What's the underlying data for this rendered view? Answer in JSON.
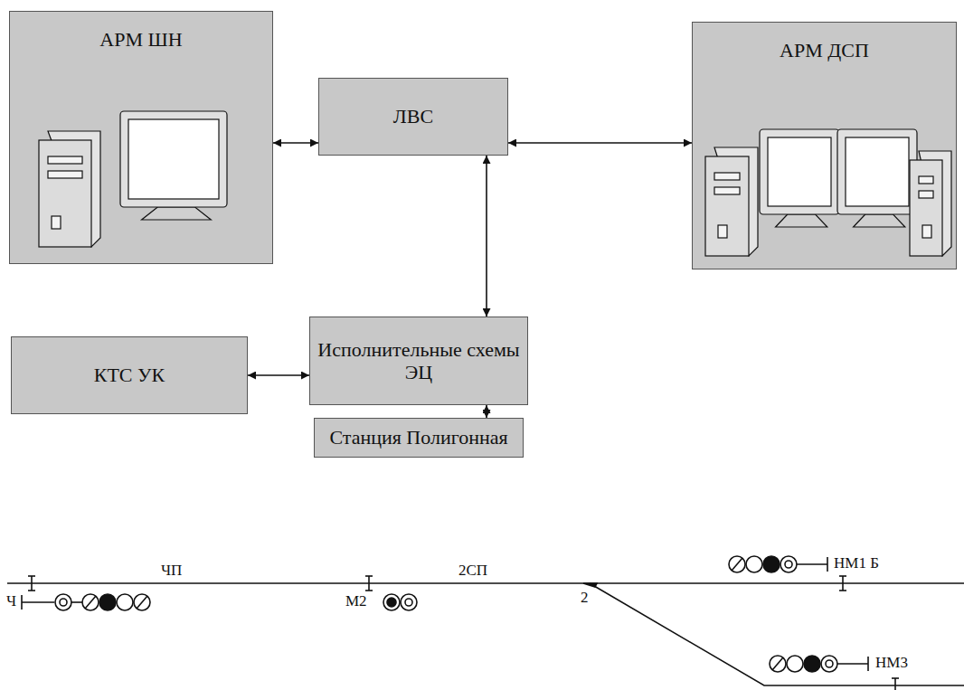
{
  "diagram": {
    "nodes": [
      {
        "text": [
          "АРМ ШН"
        ]
      },
      {
        "text": [
          "ЛВС"
        ]
      },
      {
        "text": [
          "АРМ ДСП"
        ]
      },
      {
        "text": [
          "КТС УК"
        ]
      },
      {
        "text": [
          "Исполнительные схемы ЭЦ"
        ]
      },
      {
        "text": [
          "Станция Полигонная"
        ]
      }
    ],
    "edges": [
      {
        "from": 0,
        "to": 1,
        "arrow": "both"
      },
      {
        "from": 1,
        "to": 2,
        "arrow": "both"
      },
      {
        "from": 1,
        "to": 4,
        "arrow": "both"
      },
      {
        "from": 3,
        "to": 4,
        "arrow": "both"
      },
      {
        "from": 4,
        "to": 5,
        "arrow": "both"
      }
    ],
    "labels": [
      "Ч",
      "ЧП",
      "М2",
      "2СП",
      "2",
      "НМ1 Б",
      "НМ3"
    ]
  }
}
